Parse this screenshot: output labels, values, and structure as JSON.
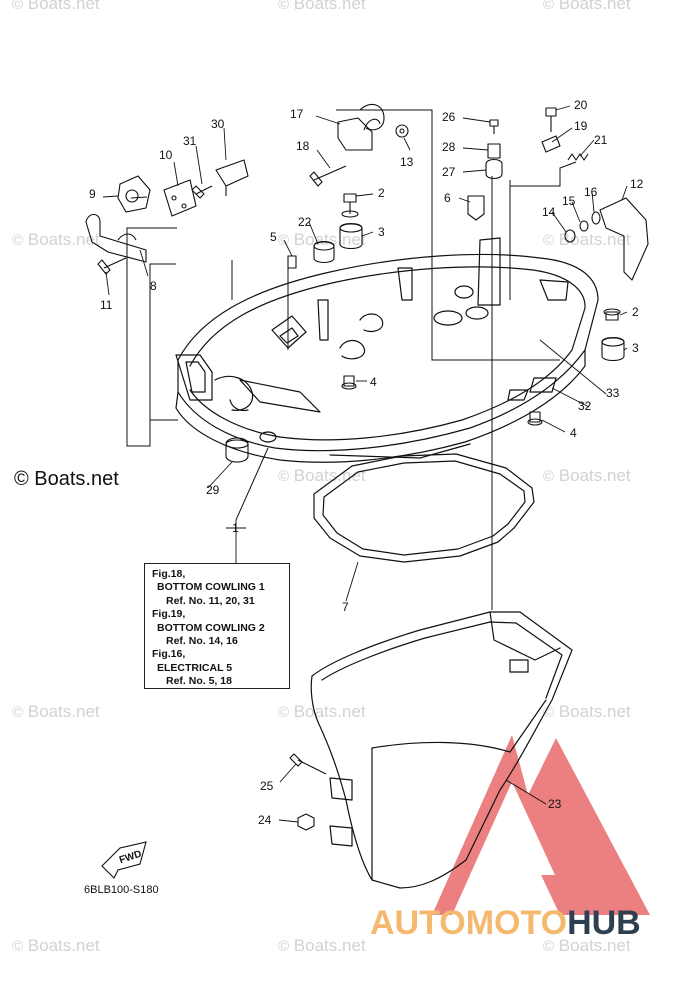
{
  "watermark": {
    "symbol": "©",
    "text": "Boats.net"
  },
  "brand": "© Boats.net",
  "diagram_code": "6BLB100-S180",
  "fwd_label": "FWD",
  "reference_box": [
    "Fig.18,",
    "BOTTOM COWLING 1",
    "Ref. No. 11, 20, 31",
    "Fig.19,",
    "BOTTOM COWLING 2",
    "Ref. No. 14, 16",
    "Fig.16,",
    "ELECTRICAL 5",
    "Ref. No. 5, 18"
  ],
  "logo": {
    "part1": "AUTOMOTO",
    "part2": "HUB",
    "colors": {
      "accent": "#f4b96e",
      "dark": "#2f3f52",
      "triangle": "#e96a6a"
    }
  },
  "callouts": [
    "1",
    "2",
    "2",
    "3",
    "3",
    "4",
    "4",
    "5",
    "6",
    "7",
    "8",
    "9",
    "10",
    "11",
    "12",
    "13",
    "14",
    "15",
    "16",
    "17",
    "18",
    "19",
    "20",
    "21",
    "22",
    "23",
    "24",
    "25",
    "26",
    "27",
    "28",
    "29",
    "30",
    "31",
    "32",
    "33"
  ]
}
